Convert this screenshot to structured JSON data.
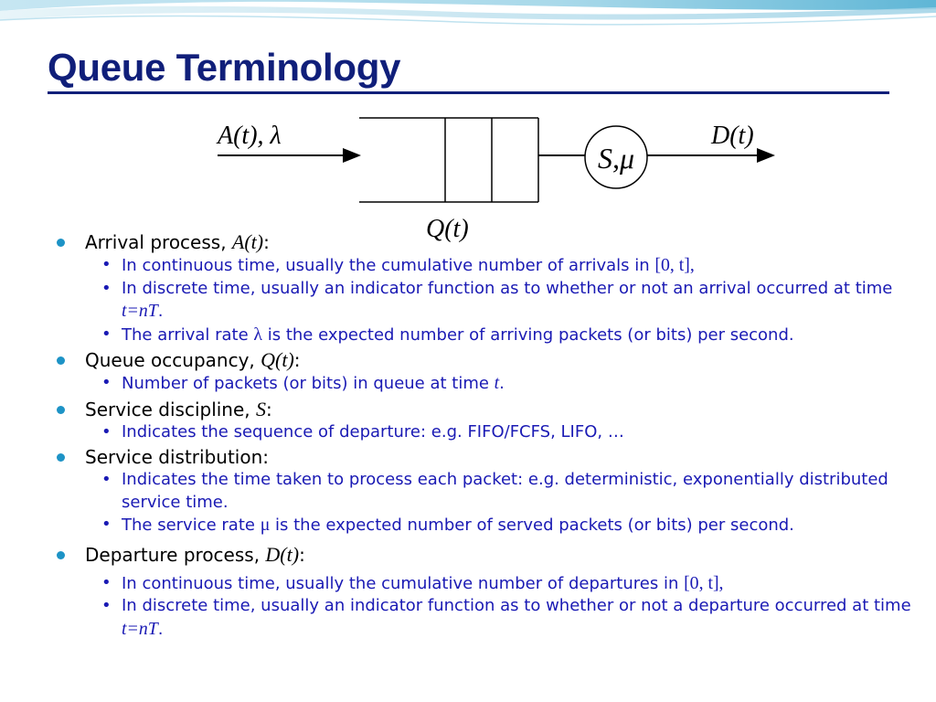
{
  "title": "Queue Terminology",
  "colors": {
    "title": "#101f7a",
    "bullet_level1": "#1d93c6",
    "text_level2": "#1a1ab4"
  },
  "diagram": {
    "arrival_label": "A(t), λ",
    "server_label": "S,μ",
    "departure_label": "D(t)",
    "queue_label": "Q(t)"
  },
  "bullets": [
    {
      "pre": "Arrival process, ",
      "math": "A(t)",
      "post": ":",
      "sub": [
        {
          "pre": "In continuous time, usually the cumulative number of arrivals in ",
          "math": "[0, t],",
          "post": ""
        },
        {
          "pre": "In discrete time, usually an indicator function as to whether or not an arrival occurred at time ",
          "math": "t=nT",
          "post": "."
        },
        {
          "pre": "The arrival rate ",
          "math": "λ",
          "post": " is the expected number of arriving packets (or bits) per second."
        }
      ]
    },
    {
      "pre": "Queue occupancy, ",
      "math": "Q(t)",
      "post": ":",
      "sub": [
        {
          "pre": "Number of packets (or bits) in queue at time ",
          "math": "t",
          "post": "."
        }
      ]
    },
    {
      "pre": "Service discipline, ",
      "math": "S",
      "post": ":",
      "sub": [
        {
          "pre": "Indicates the sequence of departure: e.g. FIFO/FCFS, LIFO, …",
          "math": "",
          "post": ""
        }
      ]
    },
    {
      "pre": "Service distribution:",
      "math": "",
      "post": "",
      "sub": [
        {
          "pre": "Indicates the time taken to process each packet: e.g. deterministic, exponentially distributed service time.",
          "math": "",
          "post": ""
        },
        {
          "pre": "The service rate ",
          "math": "μ",
          "post": " is the expected number of served packets (or bits) per second."
        }
      ]
    },
    {
      "pre": "Departure process, ",
      "math": "D(t)",
      "post": ":",
      "sub": [
        {
          "pre": "In continuous time, usually the cumulative number of departures in ",
          "math": "[0, t],",
          "post": ""
        },
        {
          "pre": "In discrete time, usually an indicator function as to whether or not a departure occurred at time ",
          "math": "t=nT",
          "post": "."
        }
      ]
    }
  ]
}
